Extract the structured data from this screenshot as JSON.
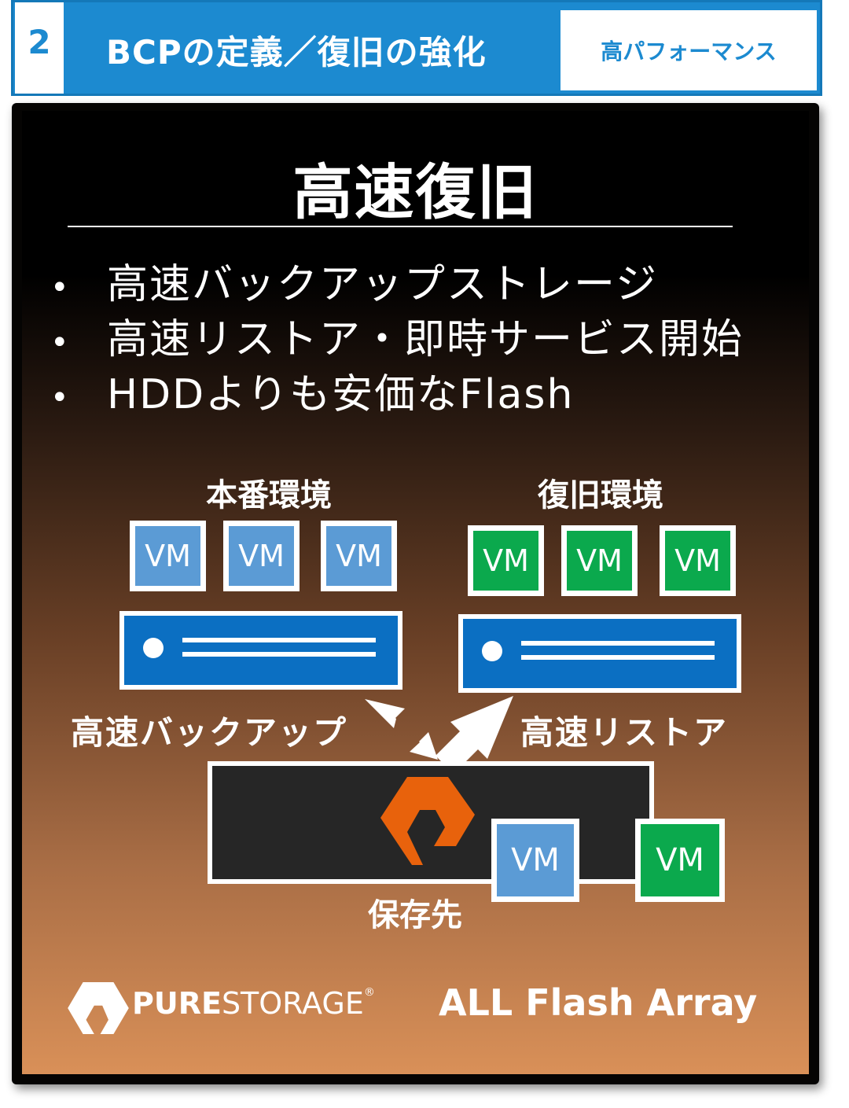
{
  "header": {
    "number": "2",
    "title": "BCPの定義／復旧の強化",
    "tag": "高パフォーマンス"
  },
  "panel": {
    "title": "高速復旧",
    "bullets": [
      "高速バックアップストレージ",
      "高速リストア・即時サービス開始",
      "HDDよりも安価なFlash"
    ],
    "bullet_symbol": "•"
  },
  "diagram": {
    "production_label": "本番環境",
    "recovery_label": "復旧環境",
    "vm_label": "VM",
    "backup_label": "高速バックアップ",
    "restore_label": "高速リストア",
    "storage_label": "保存先",
    "colors": {
      "production_vm": "#5b9bd5",
      "recovery_vm": "#0ba94d",
      "server": "#0b6fc2",
      "logo": "#e8620c"
    }
  },
  "footer": {
    "brand_bold": "PURE",
    "brand_rest": "STORAGE",
    "registered": "®",
    "product": "ALL Flash Array"
  }
}
